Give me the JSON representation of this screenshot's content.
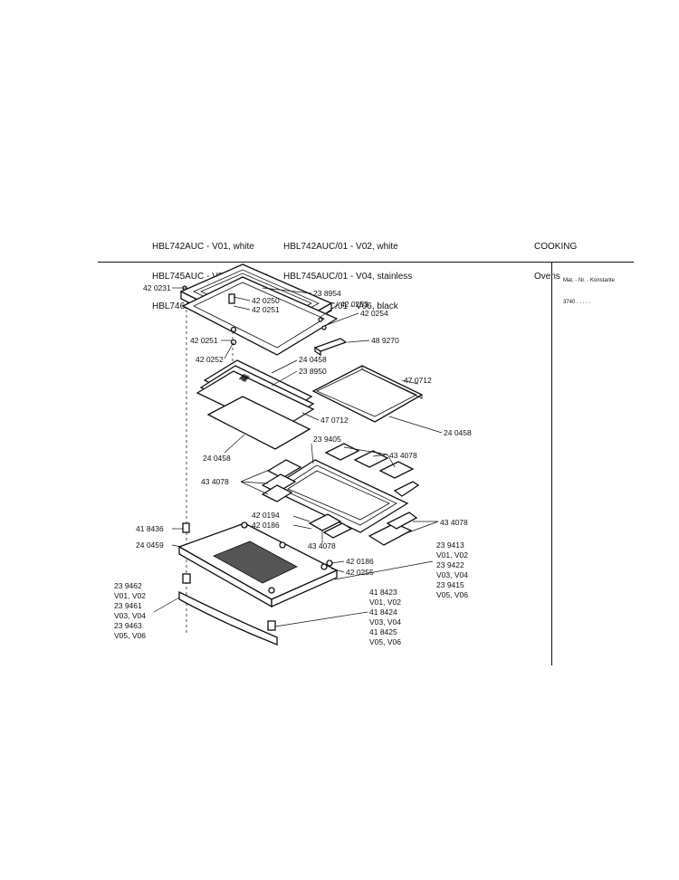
{
  "header": {
    "models_left": [
      "HBL742AUC - V01, white",
      "HBL745AUC - V03, stainless",
      "HBL746AUC - V05, black"
    ],
    "models_right": [
      "HBL742AUC/01 - V02, white",
      "HBL745AUC/01 - V04, stainless",
      "HBL746AUC/01 - V06, black"
    ],
    "category": "COOKING",
    "subcategory": "Ovens"
  },
  "mat_nr": {
    "title": "Mat. - Nr. - Konstante",
    "value": "3740 . . . . ."
  },
  "parts": {
    "p420231": "42 0231",
    "p238954": "23 8954",
    "p420250": "42 0250",
    "p420251a": "42 0251",
    "p420253": "42 0253",
    "p420254": "42 0254",
    "p420251b": "42 0251",
    "p489270": "48 9270",
    "p420252": "42 0252",
    "p240458a": "24 0458",
    "p238950": "23 8950",
    "p470712a": "47 0712",
    "p470712b": "47 0712",
    "p240458b": "24 0458",
    "p240458c": "24 0458",
    "p239405": "23 9405",
    "p434078a": "43 4078",
    "p434078b": "43 4078",
    "p434078c": "43 4078",
    "p434078d": "43 4078",
    "p420194": "42 0194",
    "p420186a": "42 0186",
    "p418436": "41 8436",
    "p240459": "24 0459",
    "p420186b": "42 0186",
    "p420255": "42 0255",
    "left_group": [
      "23 9462",
      "V01, V02",
      "23 9461",
      "V03, V04",
      "23 9463",
      "V05, V06"
    ],
    "right_group_a": [
      "23 9413",
      "V01, V02",
      "23 9422",
      "V03, V04",
      "23 9415",
      "V05, V06"
    ],
    "right_group_b": [
      "41 8423",
      "V01, V02",
      "41 8424",
      "V03, V04",
      "41 8425",
      "V05, V06"
    ]
  }
}
